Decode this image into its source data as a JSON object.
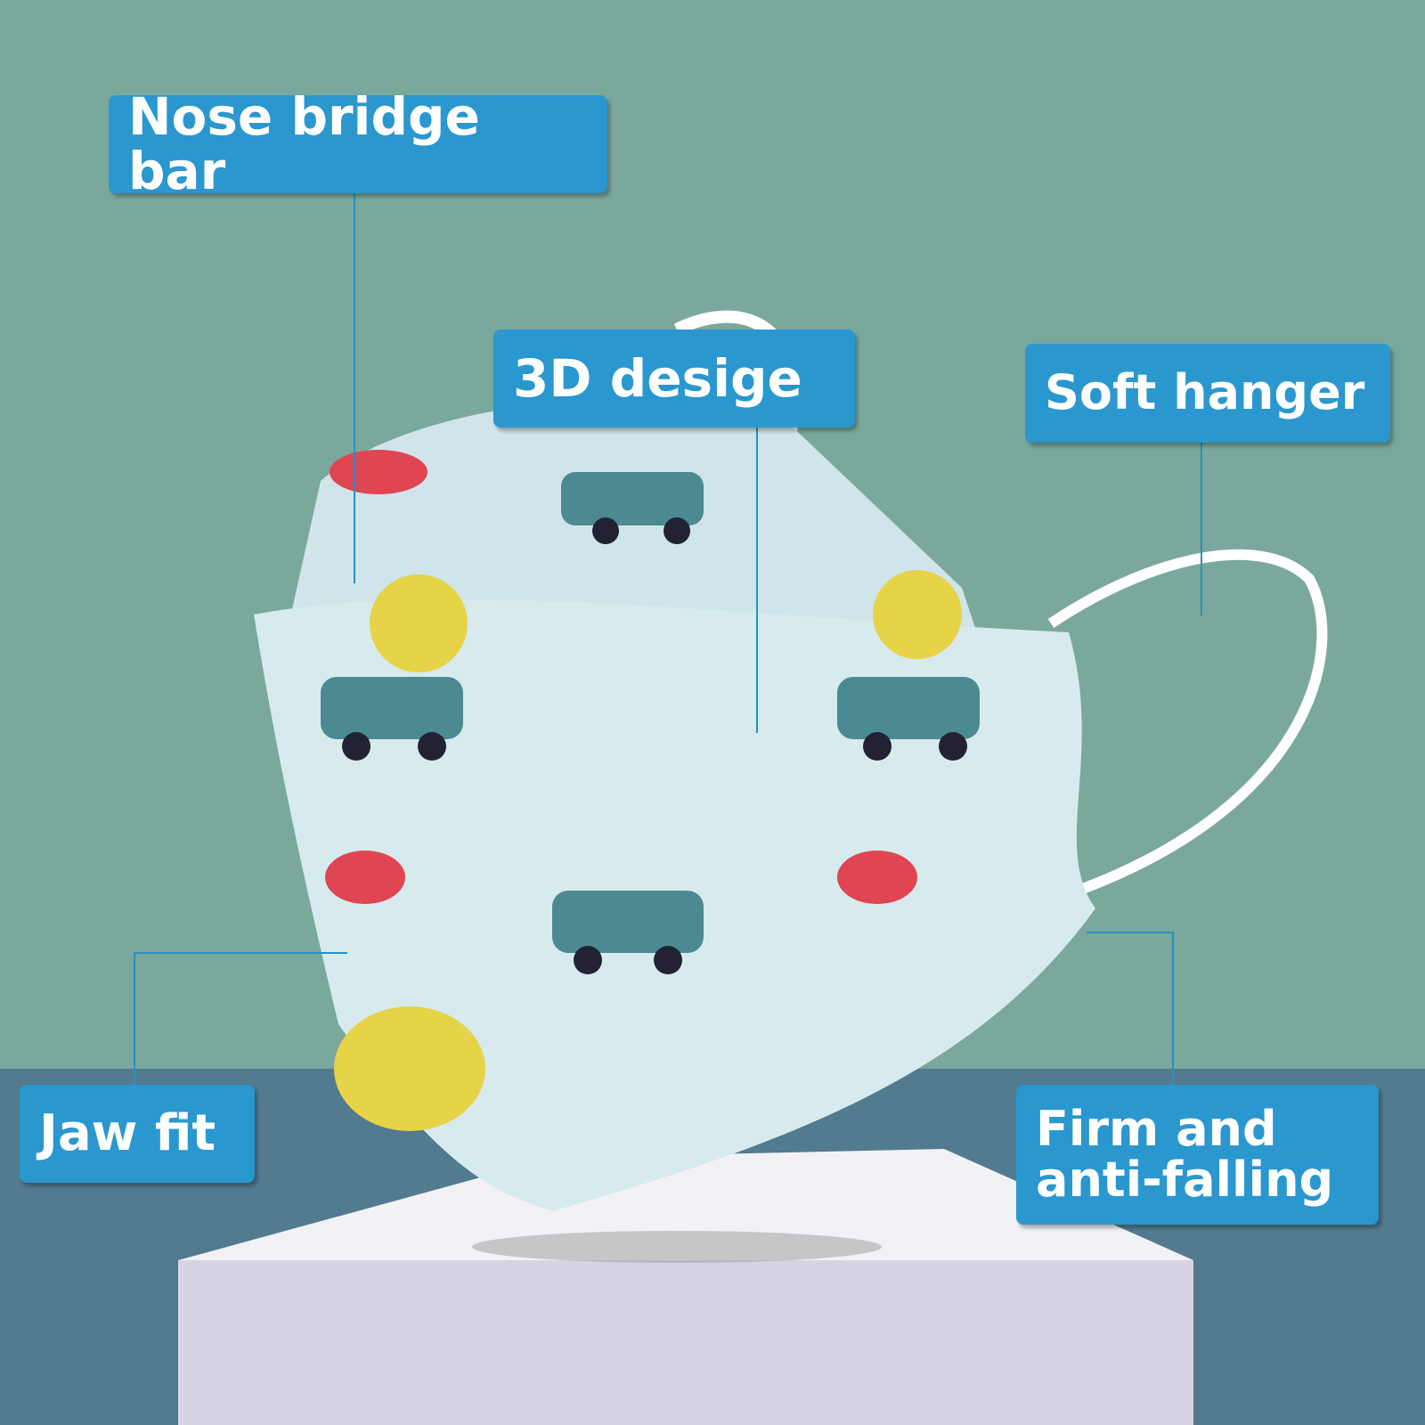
{
  "labels": {
    "nose_bridge": "Nose bridge bar",
    "design": "3D desige",
    "hanger": "Soft hanger",
    "jaw": "Jaw fit",
    "firm_line1": "Firm and",
    "firm_line2": "anti-falling"
  },
  "colors": {
    "label_bg": "#2a97cf",
    "background_top": "#7aa89c",
    "background_bottom": "#527b8f"
  }
}
